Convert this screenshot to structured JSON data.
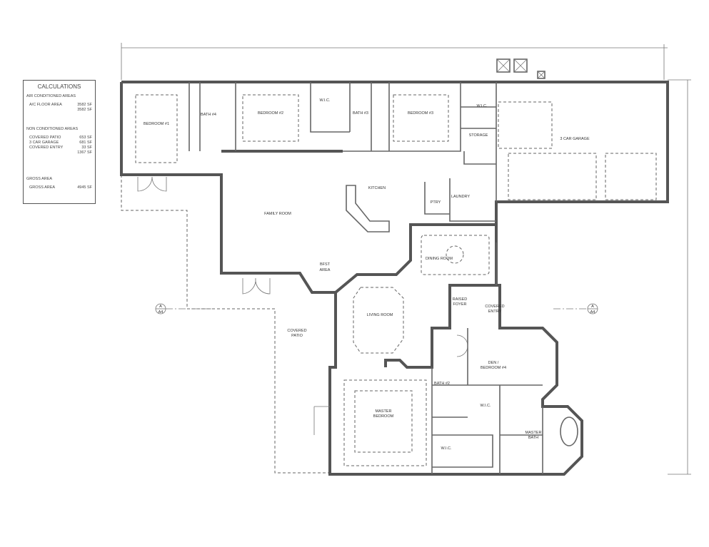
{
  "calculations": {
    "title": "CALCULATIONS",
    "ac_header": "AIR CONDITIONED AREAS",
    "ac_rows": [
      {
        "label": "A/C FLOOR AREA",
        "value": "3582 SF"
      }
    ],
    "ac_total": "3582 SF",
    "nc_header": "NON CONDITIONED AREAS",
    "nc_rows": [
      {
        "label": "COVERED PATIO",
        "value": "653 SF"
      },
      {
        "label": "3 CAR GARAGE",
        "value": "681 SF"
      },
      {
        "label": "COVERED ENTRY",
        "value": "33 SF"
      }
    ],
    "nc_total": "1367 SF",
    "gross_header": "GROSS AREA",
    "gross_rows": [
      {
        "label": "GROSS AREA",
        "value": "4945 SF"
      }
    ]
  },
  "rooms": {
    "bedroom1": "BEDROOM #1",
    "bath4": "BATH #4",
    "bedroom2": "BEDROOM #2",
    "wic1": "W.I.C.",
    "bath3": "BATH #3",
    "bedroom3": "BEDROOM #3",
    "wic2": "W.I.C.",
    "storage": "STORAGE",
    "garage": "3 CAR GARAGE",
    "kitchen": "KITCHEN",
    "pantry": "PTRY",
    "laundry": "LAUNDRY",
    "family": "FAMILY ROOM",
    "bfst1": "BFST",
    "bfst2": "AREA",
    "dining": "DINING ROOM",
    "living": "LIVING ROOM",
    "foyer1": "RAISED",
    "foyer2": "FOYER",
    "entry1": "COVERED",
    "entry2": "ENTRY",
    "patio1": "COVERED",
    "patio2": "PATIO",
    "den1": "DEN /",
    "den2": "BEDROOM #4",
    "bath2": "BATH #2",
    "wic3": "W.I.C.",
    "wic4": "W.I.C.",
    "master1": "MASTER",
    "master2": "BEDROOM",
    "mbath1": "MASTER",
    "mbath2": "BATH"
  },
  "section_marker": {
    "top": "A",
    "bottom": "A4"
  }
}
